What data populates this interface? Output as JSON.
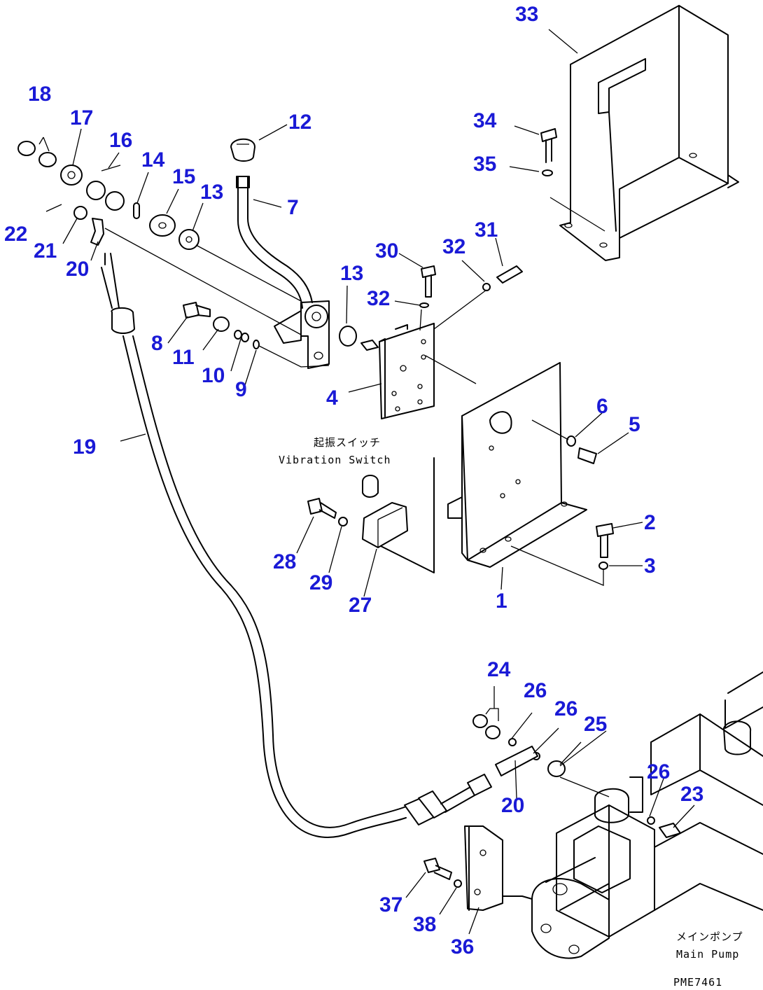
{
  "callouts": [
    {
      "id": "c1",
      "text": "1"
    },
    {
      "id": "c2",
      "text": "2"
    },
    {
      "id": "c3",
      "text": "3"
    },
    {
      "id": "c4",
      "text": "4"
    },
    {
      "id": "c5",
      "text": "5"
    },
    {
      "id": "c6",
      "text": "6"
    },
    {
      "id": "c7",
      "text": "7"
    },
    {
      "id": "c8",
      "text": "8"
    },
    {
      "id": "c9",
      "text": "9"
    },
    {
      "id": "c10",
      "text": "10"
    },
    {
      "id": "c11",
      "text": "11"
    },
    {
      "id": "c12",
      "text": "12"
    },
    {
      "id": "c13a",
      "text": "13"
    },
    {
      "id": "c13b",
      "text": "13"
    },
    {
      "id": "c14",
      "text": "14"
    },
    {
      "id": "c15",
      "text": "15"
    },
    {
      "id": "c16",
      "text": "16"
    },
    {
      "id": "c17",
      "text": "17"
    },
    {
      "id": "c18",
      "text": "18"
    },
    {
      "id": "c19",
      "text": "19"
    },
    {
      "id": "c20a",
      "text": "20"
    },
    {
      "id": "c20b",
      "text": "20"
    },
    {
      "id": "c21",
      "text": "21"
    },
    {
      "id": "c22",
      "text": "22"
    },
    {
      "id": "c23",
      "text": "23"
    },
    {
      "id": "c24",
      "text": "24"
    },
    {
      "id": "c25",
      "text": "25"
    },
    {
      "id": "c26a",
      "text": "26"
    },
    {
      "id": "c26b",
      "text": "26"
    },
    {
      "id": "c26c",
      "text": "26"
    },
    {
      "id": "c27",
      "text": "27"
    },
    {
      "id": "c28",
      "text": "28"
    },
    {
      "id": "c29",
      "text": "29"
    },
    {
      "id": "c30",
      "text": "30"
    },
    {
      "id": "c31",
      "text": "31"
    },
    {
      "id": "c32a",
      "text": "32"
    },
    {
      "id": "c32b",
      "text": "32"
    },
    {
      "id": "c33",
      "text": "33"
    },
    {
      "id": "c34",
      "text": "34"
    },
    {
      "id": "c35",
      "text": "35"
    },
    {
      "id": "c36",
      "text": "36"
    },
    {
      "id": "c37",
      "text": "37"
    },
    {
      "id": "c38",
      "text": "38"
    }
  ],
  "annotations": {
    "vibration_switch_jp": "起振スイッチ",
    "vibration_switch_en": "Vibration Switch",
    "main_pump_jp": "メインポンプ",
    "main_pump_en": "Main Pump",
    "drawing_code": "PME7461"
  },
  "colors": {
    "callout": "#1a1ad6",
    "linework": "#000000",
    "background": "#ffffff"
  }
}
